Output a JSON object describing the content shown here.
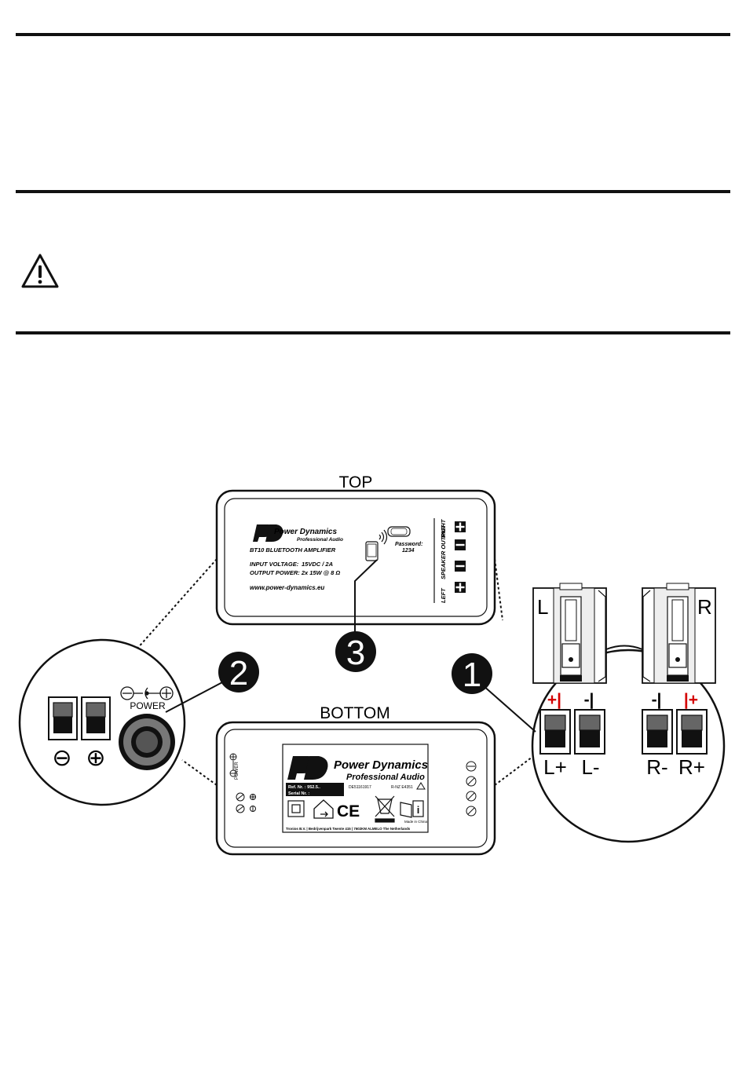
{
  "diagram": {
    "top_label": "TOP",
    "bottom_label": "BOTTOM",
    "top_panel": {
      "brand_line1": "Power Dynamics",
      "brand_line2": "Professional Audio",
      "model": "BT10 BLUETOOTH AMPLIFIER",
      "input_voltage_label": "INPUT VOLTAGE:",
      "input_voltage_value": "15VDC / 2A",
      "output_power": "OUTPUT POWER: 2x 15W @ 8 Ω",
      "website": "www.power-dynamics.eu",
      "password_label": "Password:",
      "password_value": "1234",
      "speaker_output": "SPEAKER OUTPUT",
      "right": "RIGHT",
      "left": "LEFT"
    },
    "bottom_panel": {
      "brand_line1": "Power Dynamics",
      "brand_line2": "Professional Audio",
      "ref_nr": "Ref. Nr.    : 952.5..",
      "serial_nr": "Serial Nr. :",
      "cert_code": "DE51161917",
      "rnz": "R-NZ E4351",
      "made_in": "Made in China",
      "address": "Tronios B.V. | Bedrijvenpark Twente 415 | 7602KM ALMELO The Netherlands",
      "power_side": "POWER",
      "ce": "CE"
    },
    "left_zoom": {
      "power_label": "POWER",
      "minus": "⊖",
      "plus": "⊕"
    },
    "right_zoom": {
      "speaker_l": "L",
      "speaker_r": "R",
      "top_labels": [
        "+|",
        "-|",
        "-|",
        "|+"
      ],
      "terminal_labels": [
        "L+",
        "L-",
        "R-",
        "R+"
      ]
    },
    "callouts": [
      "1",
      "2",
      "3"
    ],
    "accent_red": "#d40000"
  }
}
